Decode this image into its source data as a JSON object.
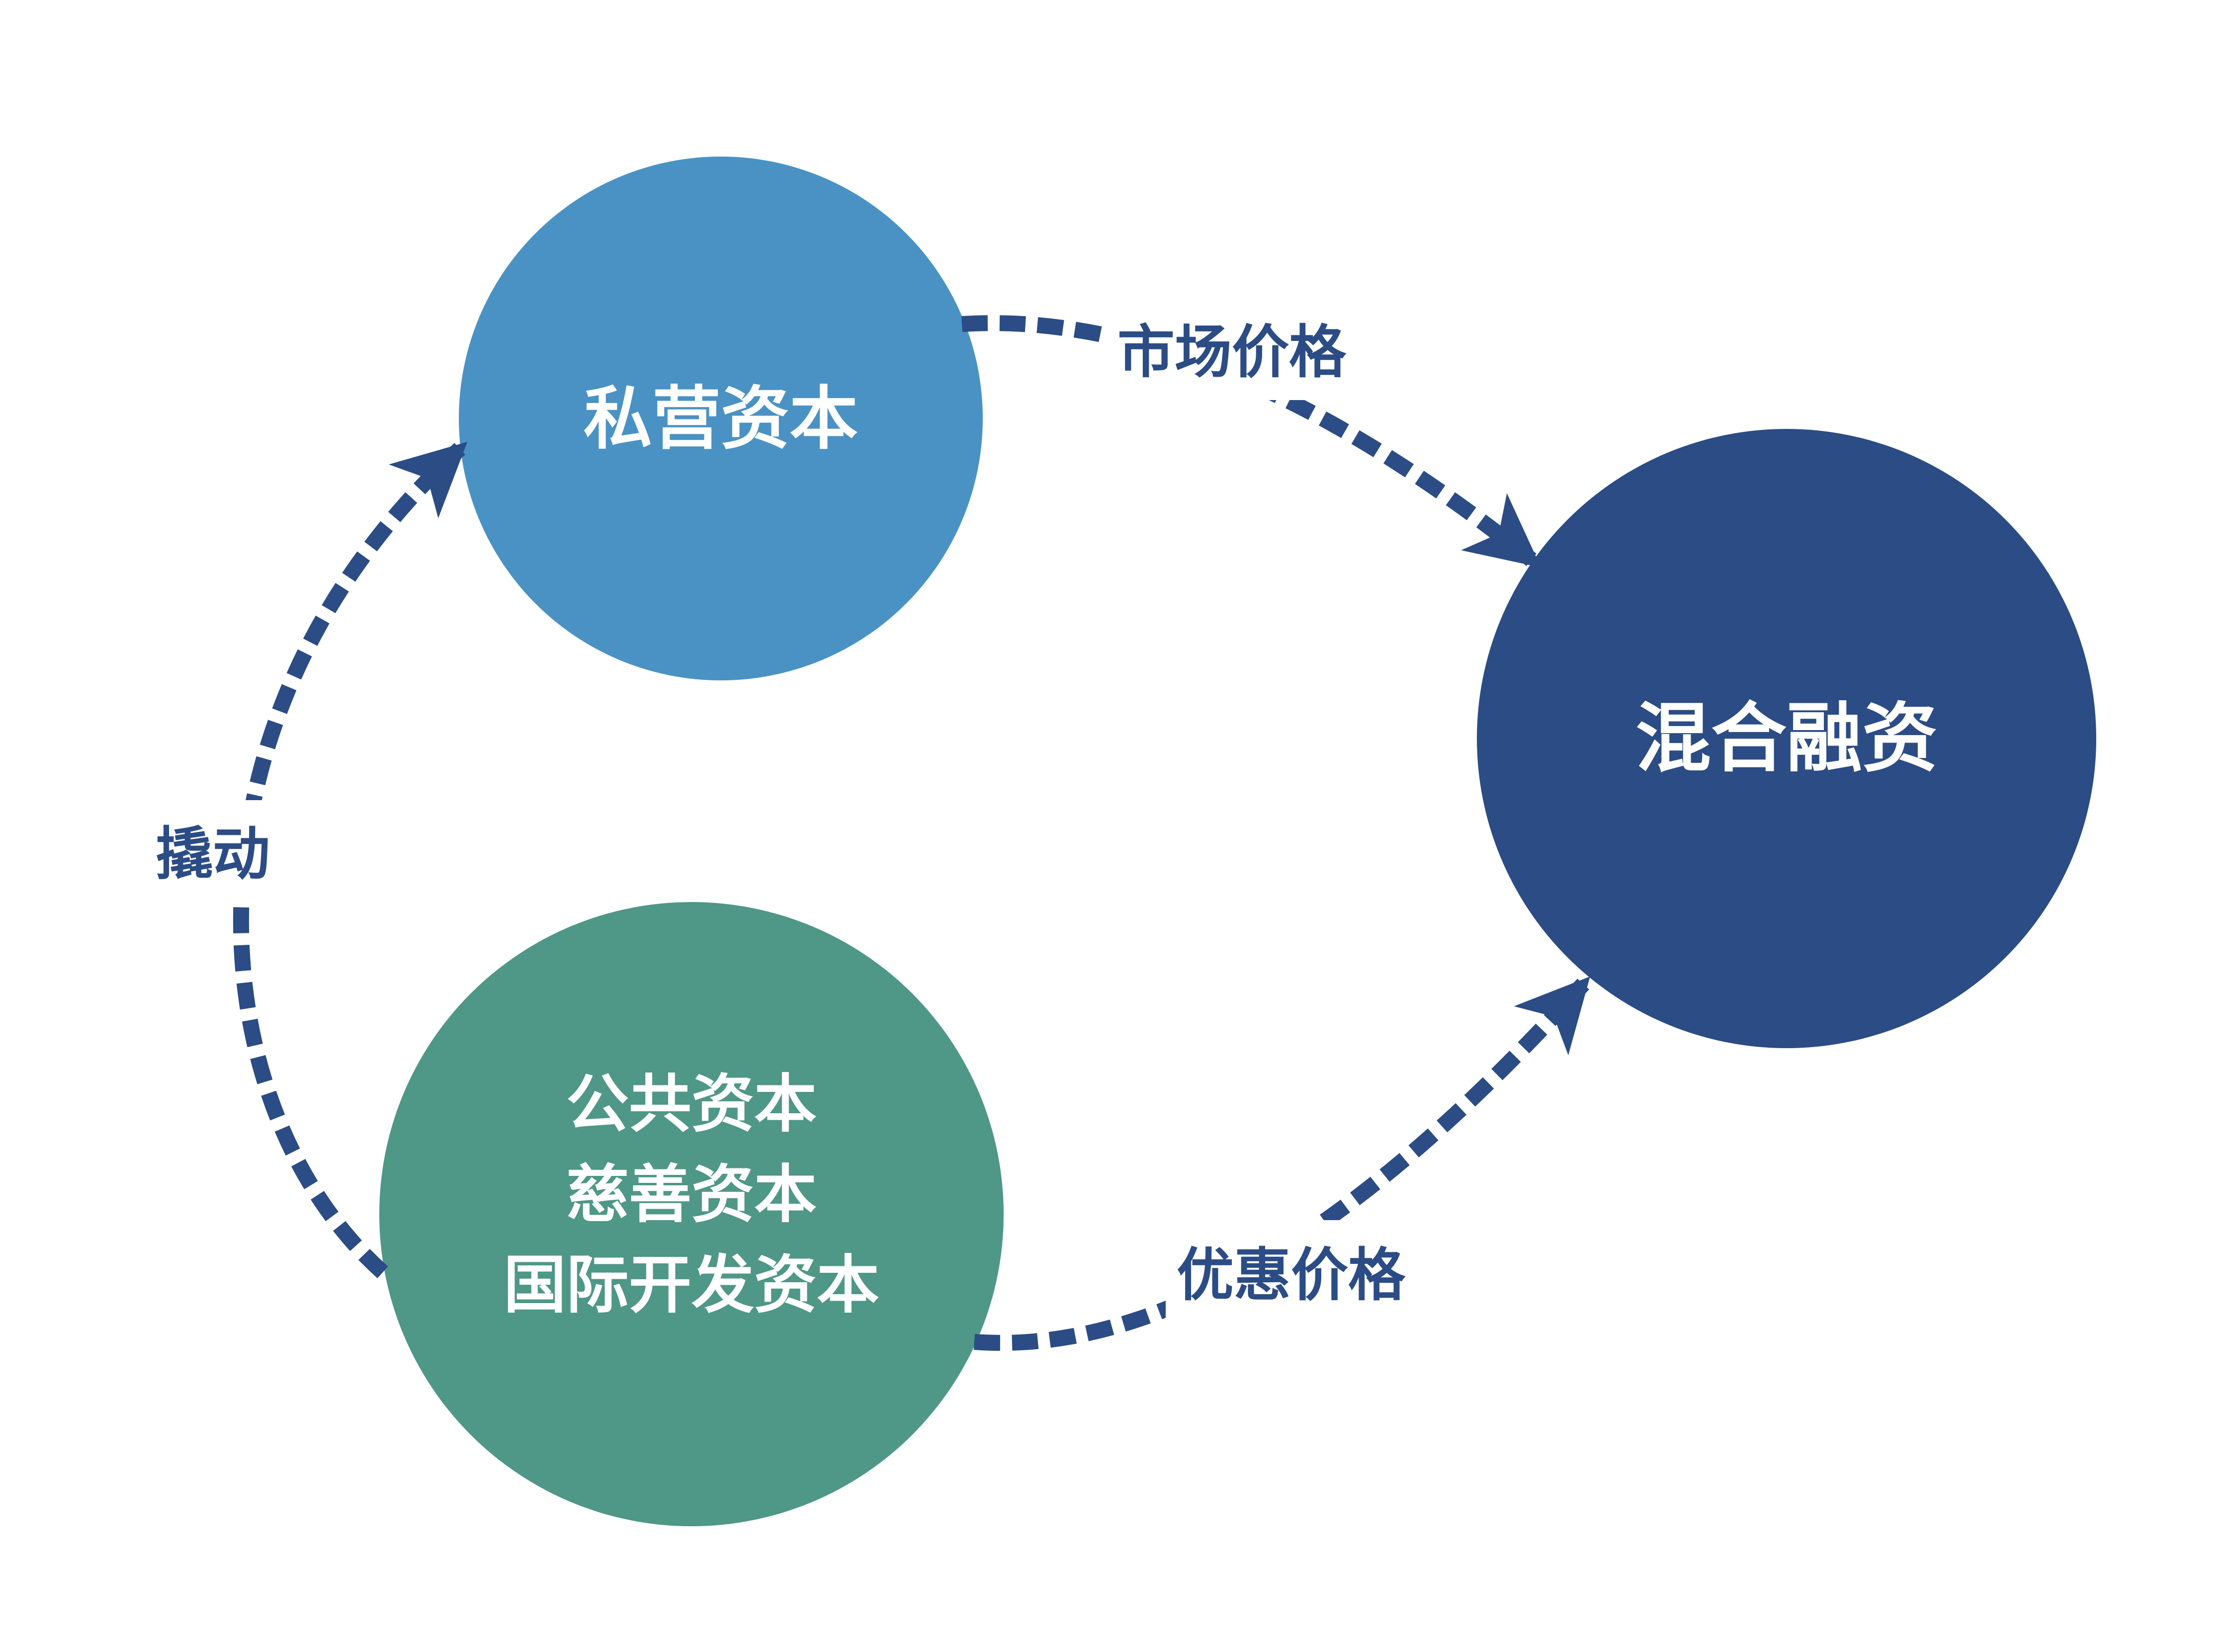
{
  "diagram": {
    "background": "#ffffff",
    "arrow_color": "#2B4C85",
    "nodes": [
      {
        "id": "private-capital",
        "label": "私营资本",
        "color": "#4A92C4",
        "text_color": "#ffffff"
      },
      {
        "id": "blended-finance",
        "label": "混合融资",
        "color": "#2B4C85",
        "text_color": "#ffffff"
      },
      {
        "id": "public-capital",
        "color": "#4F9787",
        "text_color": "#ffffff",
        "lines": [
          "公共资本",
          "慈善资本",
          "国际开发资本"
        ]
      }
    ],
    "edges": [
      {
        "from": "private-capital",
        "to": "blended-finance",
        "label": "市场价格"
      },
      {
        "from": "public-capital",
        "to": "blended-finance",
        "label": "优惠价格"
      },
      {
        "from": "public-capital",
        "to": "private-capital",
        "label": "撬动"
      }
    ]
  }
}
